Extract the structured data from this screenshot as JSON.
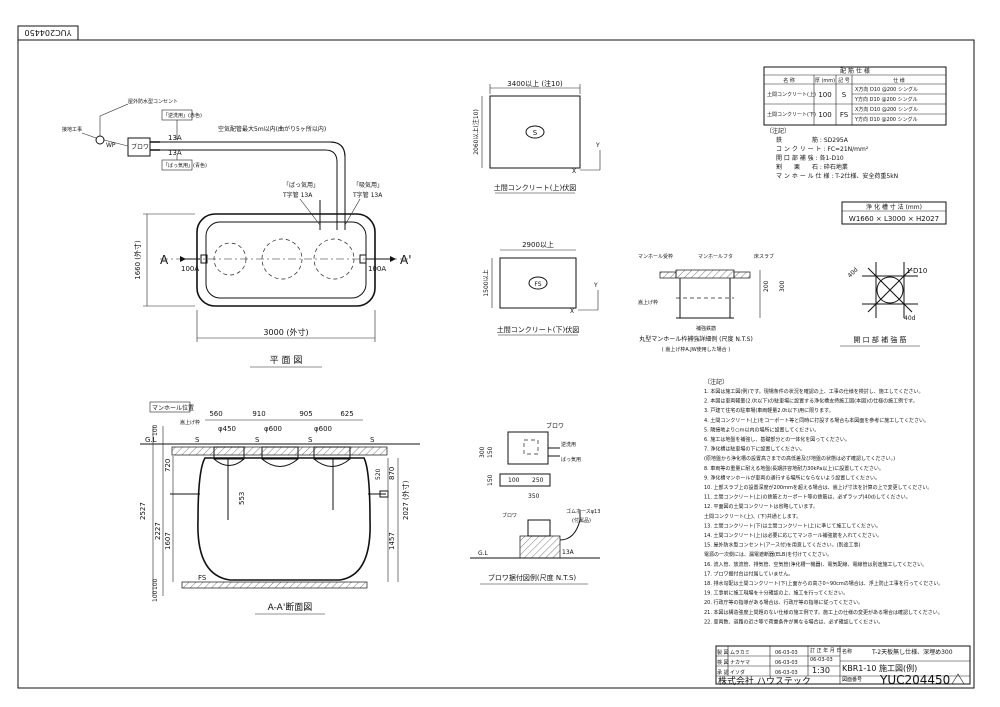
{
  "drawing_code": "YUC204450",
  "plan": {
    "title": "平 面 図",
    "dim_width": "3000 (外寸)",
    "dim_height": "1660 (外寸)",
    "section_a": "A",
    "section_a2": "A'",
    "inlet": "100A",
    "outlet": "100A",
    "vent_label": "「吸気用」",
    "vent_size_1": "T字管 13A",
    "exhaust_label": "「ばっ気用」",
    "exhaust_size": "T字管 13A",
    "pipe_note": "空気配管最大5m以内(曲がり5ヶ所以内)",
    "blower": "ブロワ",
    "outdoor_outlet": "屋外防水型コンセント",
    "earth": "接地工事",
    "wp": "WP",
    "tag_vent": "「逆洗用」(赤色)",
    "tag_aer": "「ばっ気用」(青色)",
    "size_13a_1": "13A",
    "size_13a_2": "13A"
  },
  "upper_slab": {
    "caption": "土間コンクリート(上)伏図",
    "dim_w": "3400以上 (注10)",
    "dim_h": "2060以上(注10)",
    "mark": "S",
    "x_label": "X",
    "y_label": "Y"
  },
  "lower_slab": {
    "caption": "土間コンクリート(下)伏図",
    "dim_w": "2900以上",
    "dim_h": "1500以上",
    "mark": "FS",
    "x_label": "X",
    "y_label": "Y"
  },
  "manhole_detail": {
    "caption": "丸型マンホール枠補強詳細例 (尺度 N.T.S)",
    "subcaption": "( 嵩上げ枠A.JW使用した場合 )",
    "label_frame": "マンホール受枠",
    "label_lid": "マンホールフタ",
    "label_slab": "床スラブ",
    "label_riser": "嵩上げ枠",
    "label_rebar": "補強鉄筋",
    "dim_1": "200",
    "dim_2": "300"
  },
  "opening_rebar": {
    "caption": "開 口 部 補 強 筋",
    "rebar": "1-D10",
    "lap_1": "40d",
    "lap_2": "40d"
  },
  "section": {
    "title": "A-A'断面図",
    "manhole_pos": "マンホール位置",
    "riser": "嵩上げ枠",
    "gl": "G.L",
    "dims_top": [
      "560",
      "910",
      "905",
      "625"
    ],
    "dia_1": "φ450",
    "dia_2": "φ600",
    "dia_3": "φ600",
    "s_marks": [
      "S",
      "S",
      "S",
      "S"
    ],
    "fs": "FS",
    "left_dims": [
      "100",
      "2527",
      "2227",
      "1607",
      "720",
      "100",
      "100"
    ],
    "right_dims": [
      "870",
      "2027 (外寸)",
      "1457",
      "520"
    ],
    "inner": "553"
  },
  "blower_detail": {
    "caption": "ブロワ据付図例(尺度 N.T.S)",
    "blower": "ブロワ",
    "vent": "逆洗用",
    "aer": "ばっ気用",
    "hose": "ゴムホースφ13",
    "hose_note": "(付属品)",
    "size": "13A",
    "gl": "G.L",
    "dims": [
      "150",
      "100",
      "300",
      "150",
      "100",
      "250",
      "350",
      "100"
    ]
  },
  "spec_table": {
    "title": "配 筋 仕 様",
    "headers": [
      "名 称",
      "厚 (mm)",
      "記 号",
      "仕 様"
    ],
    "rows": [
      {
        "name": "土間コンクリート(上)",
        "thick": "100",
        "mark": "S",
        "x": "X方向 D10 @200 シングル",
        "y": "Y方向 D10 @200 シングル"
      },
      {
        "name": "土間コンクリート(下)",
        "thick": "100",
        "mark": "FS",
        "x": "X方向 D10 @200 シングル",
        "y": "Y方向 D10 @200 シングル"
      }
    ]
  },
  "notes_box": {
    "title": "〔注記〕",
    "lines": [
      "鉄　　　　　筋 : SD295A",
      "コ ン ク リ ー ト : FC=21N/mm²",
      "開 口 部 補 強 : 各1-D10",
      "割　　栗　　石 : 砕石地業",
      "マ ン ホ ー ル 仕 様 : T-2仕様、安全荷重5kN"
    ]
  },
  "dims_table": {
    "title": "浄 化 槽 寸 法 (mm)",
    "value": "W1660 × L3000 × H2027"
  },
  "general_notes": {
    "title": "〔注記〕",
    "lines": [
      "1. 本図は施工図(例)です。現場条件の状況を確認の上、工事の仕様を検討し、施工してください。",
      "2. 本図は車両軽量(2.0t以下)の駐車場に設置する浄化槽支持施工図(本図)の仕様の施工例です。",
      "3. 戸建て住宅の駐車場(車両軽量2.0t以下)用に限ります。",
      "4. 土間コンクリート(上)をコーポート等と同時に打設する場合も本図面を参考に施工してください。",
      "5. 隣接地より○m以内の場所に設置してください。",
      "6. 施工は地盤を補強し、基礎部分との一体化を図ってください。",
      "7. 浄化槽は駐車場の下に設置してください。",
      "(原地盤から浄化槽の設置高さまでの高低差及び地盤の状態は必ず確認してください。)",
      "8. 車両等の重量に耐える地盤(長期許容地耐力30kPa以上)に設置してください。",
      "9. 浄化槽マンホールが車両の通行する場所にならないよう設置してください。",
      "10. 上部スラブ上の設置深度が200mmを超える場合は、嵩上げ寸法を計算の上で変更してください。",
      "11. 土間コンクリート(上)の鉄筋とカーポート等の鉄筋は、必ずラップ(40d)してください。",
      "12. 平面図の土間コンクリートは省略しています。",
      "土間コンクリート(上)、(下)共通とします。",
      "13. 土間コンクリート(下)は土間コンクリート(上)に準じて施工してください。",
      "14. 土間コンクリート(上)は必要に応じてマンホール補強筋を入れてください。",
      "15. 屋外防水型コンセント(アース付)を用意してください。(別途工事)",
      "電源の一次側には、漏電遮断器(ELB)を付けてください。",
      "16. 流入管、放流管、排気管、空気管(浄化槽一機器)、電気配線、電線管は別途施工してください。",
      "17. ブロワ据付台は付属していません。",
      "18. 排水勾配は土間コンクリート(下)上面からの高さ0~90cmの場合は、浮上防止工事を行ってください。",
      "19. 工事前に施工現場を十分確認の上、施工を行ってください。",
      "20. 行政庁等の指導がある場合は、行政庁等の指導に従ってください。",
      "21. 本図は構造強度上問題のない仕様の施工例です。施工上の仕様の変更がある場合は確認してください。",
      "22. 車両数、道路の近さ等で荷重条件が異なる場合は、必ず確認してください。"
    ]
  },
  "title_block": {
    "rows": [
      {
        "role": "製 図",
        "name": "ムラカミ",
        "date": "06-03-03"
      },
      {
        "role": "検 図",
        "name": "ナカヤマ",
        "date": "06-03-03"
      },
      {
        "role": "承 認",
        "name": "イソダ",
        "date": "06-03-03"
      }
    ],
    "revision_label": "訂 正 年 月 日",
    "revision_date": "06-03-03",
    "scale_label": "尺度",
    "scale": "1:30",
    "name_label": "名称",
    "title_1": "T-2天板無し仕様、深埋め300",
    "title_2": "KBR1-10  施工図(例)",
    "drawing_no_label": "図面番号",
    "drawing_no": "YUC204450",
    "company": "株式会社 ハウステック"
  }
}
